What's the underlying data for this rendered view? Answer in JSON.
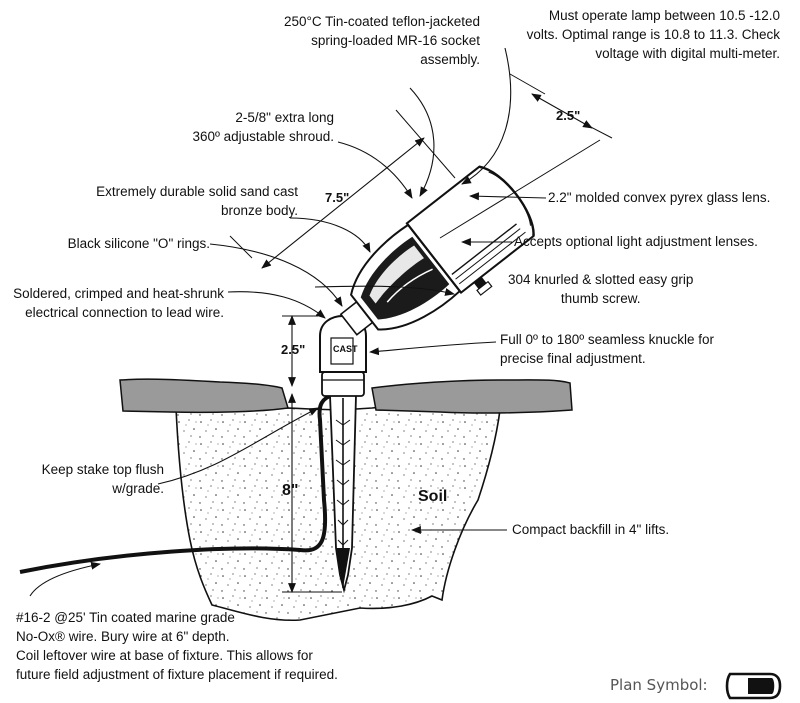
{
  "callouts": {
    "socket": [
      "250°C Tin-coated teflon-jacketed",
      "spring-loaded  MR-16 socket",
      "assembly."
    ],
    "voltage": [
      "Must operate lamp between 10.5 -12.0",
      "volts. Optimal range is 10.8 to 11.3. Check",
      "voltage with digital multi-meter."
    ],
    "shroud": [
      "2-5/8\" extra long",
      "360º adjustable shroud."
    ],
    "body": [
      "Extremely durable solid sand cast",
      "bronze body."
    ],
    "orings": "Black silicone \"O\" rings.",
    "solder": [
      "Soldered, crimped and heat-shrunk",
      "electrical connection to lead wire."
    ],
    "lens": "2.2\" molded convex pyrex glass lens.",
    "adjust_lens": "Accepts optional light adjustment lenses.",
    "thumb": [
      "304 knurled & slotted easy grip",
      "thumb screw."
    ],
    "knuckle": [
      "Full 0º to 180º seamless knuckle for",
      "precise final adjustment."
    ],
    "stake": [
      "Keep stake top flush",
      "w/grade."
    ],
    "backfill": "Compact backfill in 4\" lifts.",
    "wire": [
      "#16-2 @25' Tin coated marine grade",
      "No-Ox® wire. Bury wire at 6\" depth.",
      "Coil leftover wire at base of fixture. This allows for",
      "future field adjustment of fixture placement if required."
    ]
  },
  "dimensions": {
    "length": "7.5\"",
    "diameter": "2.5\"",
    "knuckle_height": "2.5\"",
    "stake_depth": "8\""
  },
  "soil_label": "Soil",
  "cast_label": "CAST",
  "plan_symbol_label": "Plan Symbol:",
  "colors": {
    "ink": "#111111",
    "grade": "#9a9a9a",
    "plan_text": "#555555"
  }
}
